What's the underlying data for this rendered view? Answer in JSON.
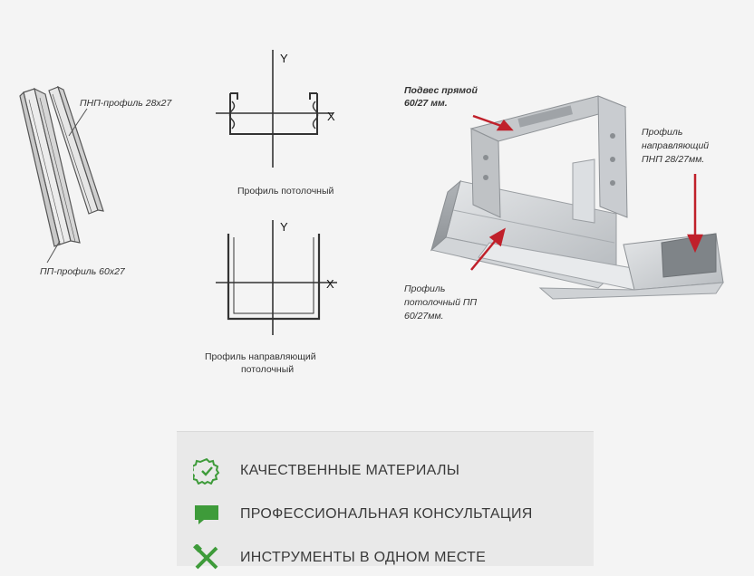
{
  "labels": {
    "pnp_profile": "ПНП-профиль 28х27",
    "pp_profile": "ПП-профиль 60х27",
    "ceiling_profile": "Профиль потолочный",
    "guide_ceiling_profile_line1": "Профиль направляющий",
    "guide_ceiling_profile_line2": "потолочный",
    "axis_y": "Y",
    "axis_x": "X",
    "direct_hanger_line1": "Подвес прямой",
    "direct_hanger_line2": "60/27 мм.",
    "guide_profile_line1": "Профиль",
    "guide_profile_line2": "направляющий",
    "guide_profile_line3": "ПНП 28/27мм.",
    "ceiling_pp_line1": "Профиль",
    "ceiling_pp_line2": "потолочный ПП",
    "ceiling_pp_line3": "60/27мм."
  },
  "features": [
    {
      "icon": "quality-badge-icon",
      "text": "КАЧЕСТВЕННЫЕ МАТЕРИАЛЫ"
    },
    {
      "icon": "chat-bubble-icon",
      "text": "ПРОФЕССИОНАЛЬНАЯ КОНСУЛЬТАЦИЯ"
    },
    {
      "icon": "tools-icon",
      "text": "ИНСТРУМЕНТЫ В ОДНОМ МЕСТЕ"
    }
  ],
  "colors": {
    "accent_green": "#3e9b3a",
    "arrow_red": "#c0202a",
    "metal": "#c9ccd0"
  }
}
